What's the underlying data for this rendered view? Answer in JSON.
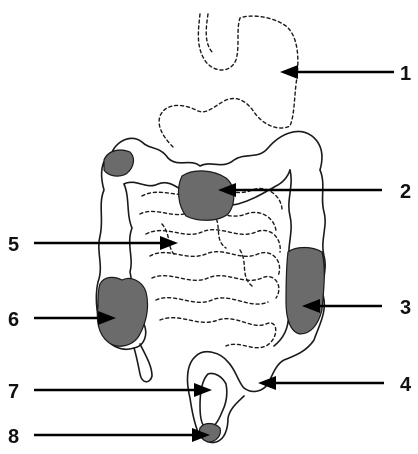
{
  "diagram": {
    "colors": {
      "outline": "#1a1a1a",
      "shaded_region": "#6b6b6b",
      "arrow": "#000000",
      "background": "#ffffff"
    },
    "labels": [
      {
        "id": "1",
        "text": "1"
      },
      {
        "id": "2",
        "text": "2"
      },
      {
        "id": "3",
        "text": "3"
      },
      {
        "id": "4",
        "text": "4"
      },
      {
        "id": "5",
        "text": "5"
      },
      {
        "id": "6",
        "text": "6"
      },
      {
        "id": "7",
        "text": "7"
      },
      {
        "id": "8",
        "text": "8"
      }
    ]
  }
}
